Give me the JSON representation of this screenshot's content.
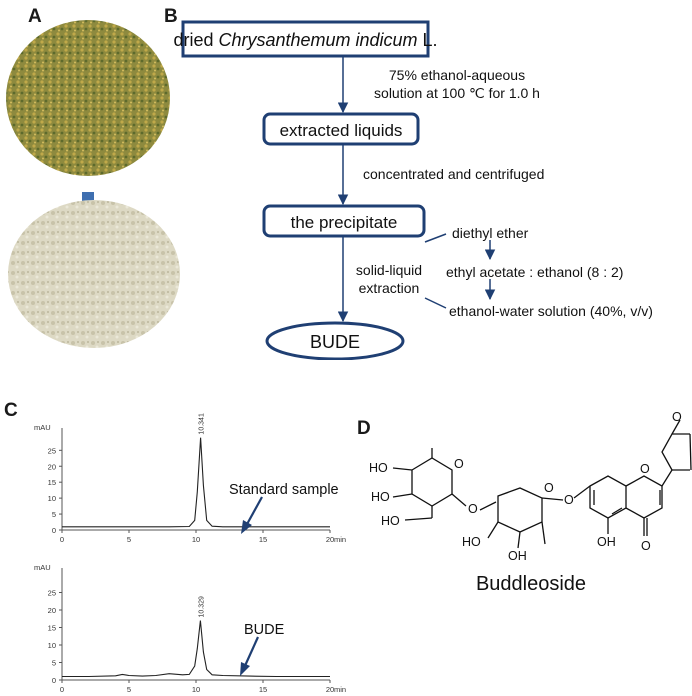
{
  "panels": {
    "a": {
      "letter": "A"
    },
    "b": {
      "letter": "B",
      "box_start_prefix": "dried ",
      "box_start_italic": "Chrysanthemum indicum",
      "box_start_suffix": " L.",
      "step1_line1": "75% ethanol-aqueous",
      "step1_line2": "solution at 100 ℃ for 1.0 h",
      "box_extracted": "extracted liquids",
      "step2": "concentrated and centrifuged",
      "box_precipitate": "the precipitate",
      "solvent1": "diethyl ether",
      "solvent2": "ethyl acetate : ethanol (8 : 2)",
      "solvent3": "ethanol-water solution (40%, v/v)",
      "extraction_line1": "solid-liquid",
      "extraction_line2": "extraction",
      "box_final": "BUDE",
      "box_color": "#1f3f73"
    },
    "c": {
      "letter": "C"
    },
    "d": {
      "letter": "D",
      "compound_name": "Buddleoside",
      "labels": {
        "oh1": "HO",
        "oh2": "HO",
        "oh3": "HO",
        "oh4": "HO",
        "oh5": "OH",
        "oh6": "OH",
        "ring_o1": "O",
        "ring_o2": "O",
        "ring_o3": "O",
        "ring_o4": "O",
        "ring_o5": "O",
        "methoxy_o": "O",
        "carbonyl_o": "O"
      }
    }
  },
  "chart_data": [
    {
      "type": "line",
      "ylabel": "mAU",
      "xlabel": "min",
      "xticks": [
        0,
        5,
        10,
        15,
        20
      ],
      "yticks": [
        0,
        5,
        10,
        15,
        20,
        25
      ],
      "xlim": [
        0,
        20
      ],
      "ylim": [
        0,
        32
      ],
      "peak_label": "10.341",
      "annotation": "Standard sample",
      "series": [
        {
          "x": [
            0,
            2,
            4,
            6,
            8,
            9.5,
            9.9,
            10.1,
            10.341,
            10.55,
            10.8,
            11.2,
            12,
            14,
            16,
            18,
            20
          ],
          "y": [
            1.0,
            1.0,
            1.0,
            1.0,
            1.0,
            1.1,
            3,
            12,
            29,
            14,
            3,
            1.2,
            1.0,
            1.0,
            1.0,
            1.0,
            1.0
          ]
        }
      ]
    },
    {
      "type": "line",
      "ylabel": "mAU",
      "xlabel": "min",
      "xticks": [
        0,
        5,
        10,
        15,
        20
      ],
      "yticks": [
        0,
        5,
        10,
        15,
        20,
        25
      ],
      "xlim": [
        0,
        20
      ],
      "ylim": [
        0,
        32
      ],
      "peak_label": "10.329",
      "annotation": "BUDE",
      "series": [
        {
          "x": [
            0,
            2,
            4,
            4.5,
            5,
            6,
            7,
            8,
            9,
            9.5,
            9.9,
            10.1,
            10.329,
            10.55,
            10.8,
            11.2,
            12,
            14,
            16,
            18,
            20
          ],
          "y": [
            1.0,
            1.0,
            1.2,
            1.6,
            1.3,
            1.1,
            1.3,
            1.8,
            1.5,
            1.6,
            4,
            9,
            17,
            8,
            3,
            1.5,
            1.3,
            1.1,
            1.0,
            1.0,
            1.0
          ]
        }
      ]
    }
  ]
}
